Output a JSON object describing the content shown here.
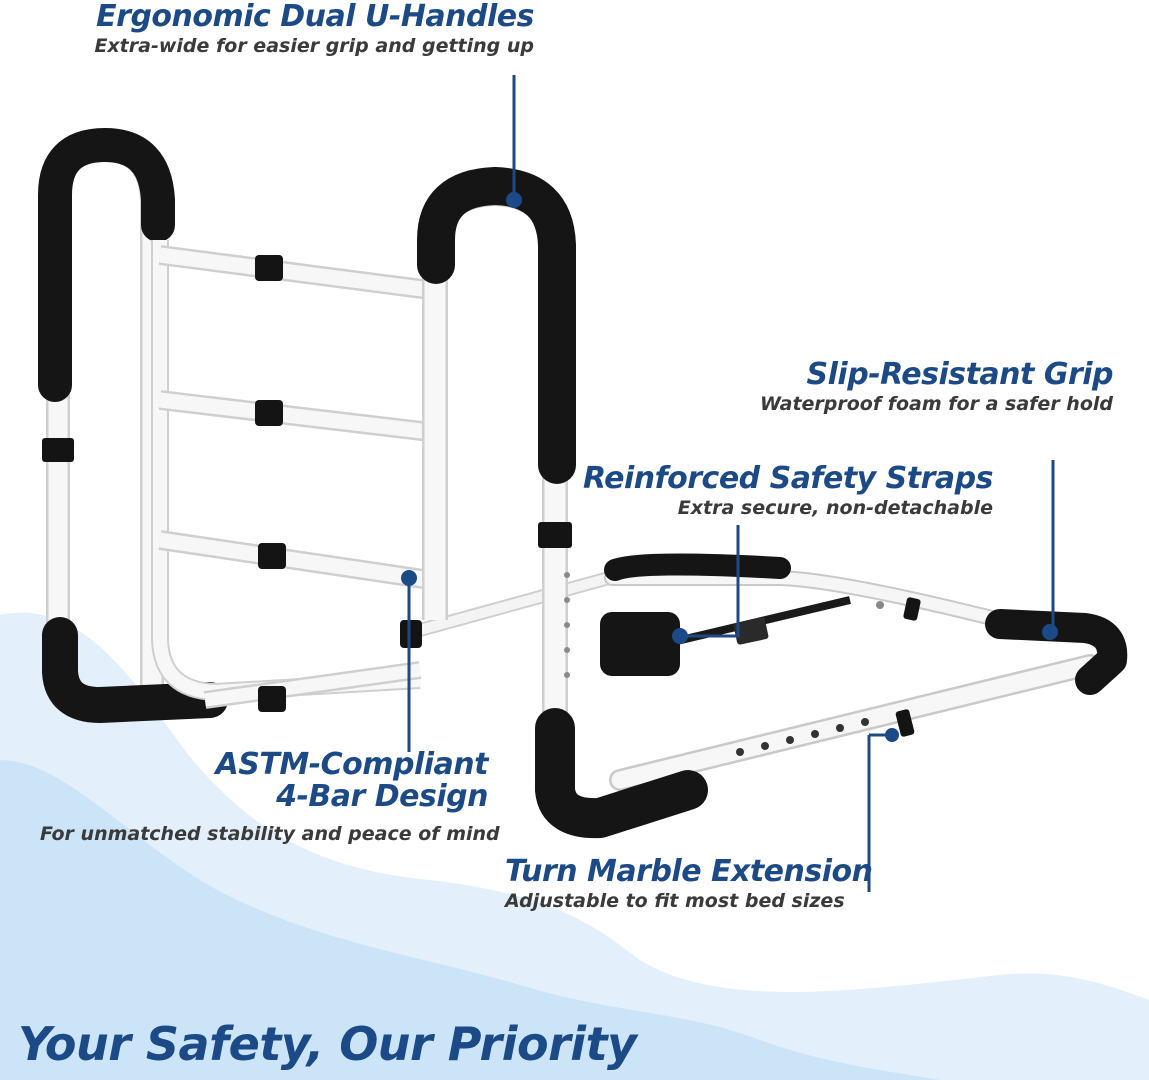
{
  "callouts": {
    "handles": {
      "title": "Ergonomic Dual U-Handles",
      "subtitle": "Extra-wide for easier grip and getting up"
    },
    "grip": {
      "title": "Slip-Resistant Grip",
      "subtitle": "Waterproof foam for a safer hold"
    },
    "straps": {
      "title": "Reinforced Safety Straps",
      "subtitle": "Extra secure, non-detachable"
    },
    "astm": {
      "title_line1": "ASTM-Compliant",
      "title_line2": "4-Bar Design",
      "subtitle": "For unmatched stability and peace of mind"
    },
    "extension": {
      "title": "Turn Marble Extension",
      "subtitle": "Adjustable to fit most bed sizes"
    }
  },
  "tagline": "Your Safety, Our Priority",
  "colors": {
    "accent": "#1c4a86",
    "subtitle_text": "#3a3a3a",
    "wave_light": "#e3f0fb",
    "wave_mid": "#cbe4f8",
    "foam": "#151515",
    "frame": "#f7f7f7"
  }
}
